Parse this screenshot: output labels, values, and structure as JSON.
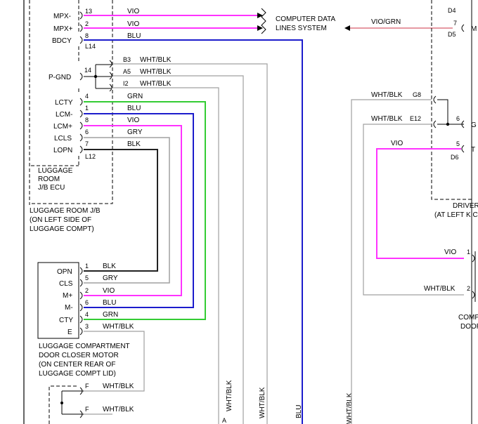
{
  "colors": {
    "vio": "#ff33ff",
    "blu": "#1c1ccc",
    "grn": "#33cc33",
    "gry": "#a0a0a0",
    "blk": "#222222",
    "whtblk": "#a0a0a0"
  },
  "ecu": {
    "top_pins": [
      {
        "label": "MPX-",
        "pin": "13",
        "wire": "VIO"
      },
      {
        "label": "MPX+",
        "pin": "2",
        "wire": "VIO"
      },
      {
        "label": "BDCY",
        "pin": "8",
        "wire": "BLU"
      }
    ],
    "top_connector": "L14",
    "pgnd": {
      "label": "P-GND",
      "pin": "14"
    },
    "ground_pins": [
      {
        "pin": "B3",
        "wire": "WHT/BLK"
      },
      {
        "pin": "A5",
        "wire": "WHT/BLK"
      },
      {
        "pin": "I2",
        "wire": "WHT/BLK"
      }
    ],
    "lower_pins": [
      {
        "label": "LCTY",
        "pin": "4",
        "wire": "GRN"
      },
      {
        "label": "LCM-",
        "pin": "1",
        "wire": "BLU"
      },
      {
        "label": "LCM+",
        "pin": "8",
        "wire": "VIO"
      },
      {
        "label": "LCLS",
        "pin": "6",
        "wire": "GRY"
      },
      {
        "label": "LOPN",
        "pin": "7",
        "wire": "BLK"
      }
    ],
    "lower_connector": "L12",
    "name_lines": [
      "LUGGAGE",
      "ROOM",
      "J/B ECU"
    ],
    "jb_lines": [
      "LUGGAGE ROOM J/B",
      "(ON LEFT SIDE OF",
      "LUGGAGE COMPT)"
    ]
  },
  "data_lines": {
    "label_lines": [
      "COMPUTER DATA",
      "LINES SYSTEM"
    ],
    "wire": "VIO/GRN",
    "pin": "7"
  },
  "motor": {
    "pins": [
      {
        "label": "OPN",
        "pin": "1",
        "wire": "BLK"
      },
      {
        "label": "CLS",
        "pin": "5",
        "wire": "GRY"
      },
      {
        "label": "M+",
        "pin": "2",
        "wire": "VIO"
      },
      {
        "label": "M-",
        "pin": "6",
        "wire": "BLU"
      },
      {
        "label": "CTY",
        "pin": "4",
        "wire": "GRN"
      },
      {
        "label": "E",
        "pin": "3",
        "wire": "WHT/BLK"
      }
    ],
    "caption_lines": [
      "LUGGAGE COMPARTMENT",
      "DOOR CLOSER MOTOR",
      "(ON CENTER REAR OF",
      "LUGGAGE COMPT LID)"
    ]
  },
  "bottom": {
    "pins": [
      {
        "pin": "F",
        "wire": "WHT/BLK"
      },
      {
        "pin": "F",
        "wire": "WHT/BLK"
      }
    ],
    "vertical_wires": [
      "WHT/BLK",
      "WHT/BLK",
      "BLU",
      "WHT/BLK"
    ],
    "corner_pin": "A"
  },
  "driver": {
    "top_pins": [
      "D4",
      "D5"
    ],
    "m_label": "M",
    "jumpers": [
      {
        "pin": "G8",
        "wire": "WHT/BLK"
      },
      {
        "pin": "E12",
        "wire": "WHT/BLK"
      }
    ],
    "pin6": "6",
    "g_label": "G",
    "pin5": "5",
    "t_label": "T",
    "d6": "D6",
    "vio_wire": "VIO",
    "name": "DRIVER",
    "location": "(AT LEFT KIC"
  },
  "comp": {
    "pins": [
      {
        "pin": "1",
        "wire": "VIO"
      },
      {
        "pin": "2",
        "wire": "WHT/BLK"
      }
    ],
    "lines": [
      "COMP",
      "DOOR"
    ]
  }
}
